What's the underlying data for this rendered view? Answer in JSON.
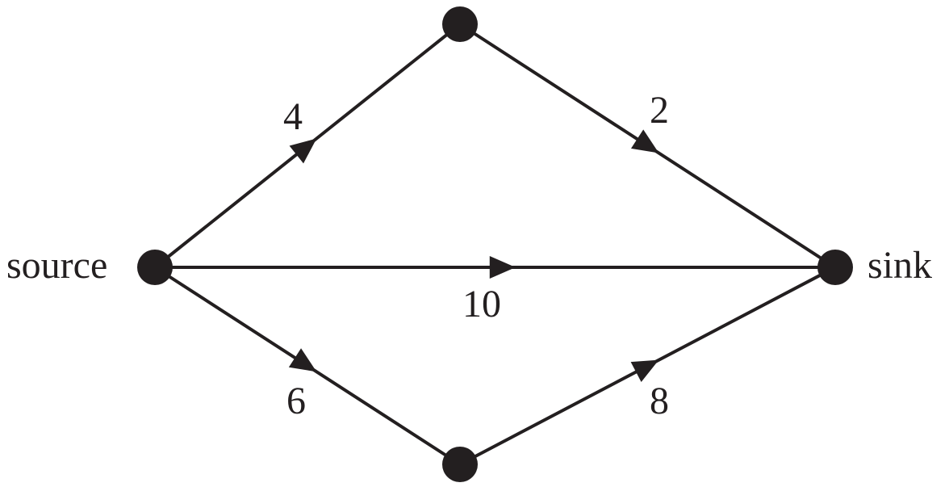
{
  "title": "Flow network",
  "nodes": [
    {
      "id": "source",
      "label": "source"
    },
    {
      "id": "top",
      "label": ""
    },
    {
      "id": "sink",
      "label": "sink"
    },
    {
      "id": "bottom",
      "label": ""
    }
  ],
  "edges": [
    {
      "from": "source",
      "to": "top",
      "capacity": "4"
    },
    {
      "from": "top",
      "to": "sink",
      "capacity": "2"
    },
    {
      "from": "source",
      "to": "sink",
      "capacity": "10"
    },
    {
      "from": "source",
      "to": "bottom",
      "capacity": "6"
    },
    {
      "from": "bottom",
      "to": "sink",
      "capacity": "8"
    }
  ],
  "colors": {
    "ink": "#231f20",
    "background": "#ffffff"
  }
}
